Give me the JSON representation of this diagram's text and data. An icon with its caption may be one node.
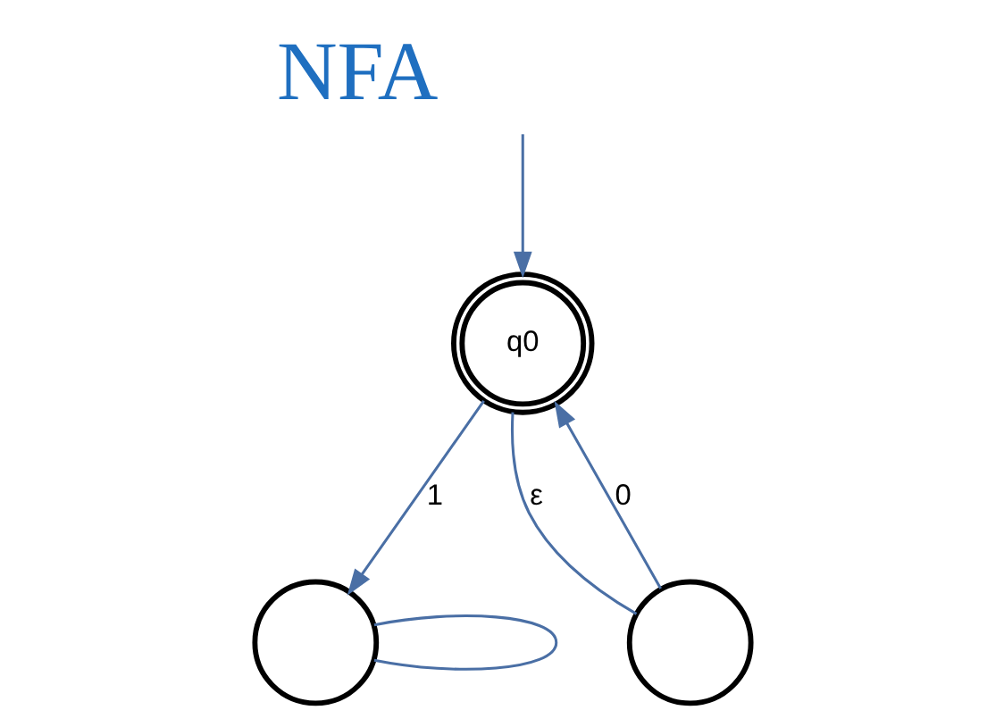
{
  "diagram": {
    "title": "NFA",
    "nodes": [
      {
        "text": [
          "q0"
        ]
      },
      {
        "text": [],
        "shape": "circle"
      },
      {
        "text": [],
        "shape": "circle"
      }
    ],
    "edges": [
      {
        "from": null,
        "to": 0,
        "arrow": "to"
      },
      {
        "from": 0,
        "to": 1,
        "label": "1",
        "arrow": "to"
      },
      {
        "from": 0,
        "to": 2,
        "label": "ε",
        "arrow": "none"
      },
      {
        "from": 2,
        "to": 0,
        "label": "0",
        "arrow": "to"
      },
      {
        "from": 1,
        "to": 1,
        "arrow": "none"
      }
    ]
  }
}
